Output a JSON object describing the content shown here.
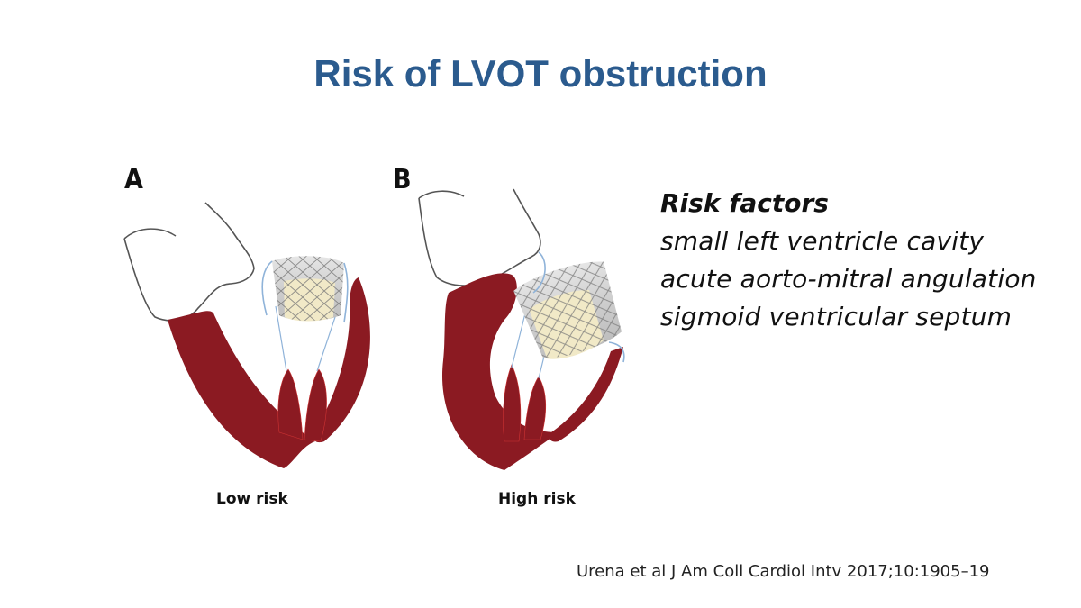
{
  "title": "Risk of LVOT obstruction",
  "panels": [
    {
      "label": "A",
      "caption": "Low risk"
    },
    {
      "label": "B",
      "caption": "High risk"
    }
  ],
  "risk_factors": {
    "heading": "Risk factors",
    "items": [
      "small left ventricle cavity",
      "acute aorto-mitral angulation",
      "sigmoid ventricular septum"
    ]
  },
  "citation": "Urena et al J Am Coll Cardiol Intv 2017;10:1905–19",
  "colors": {
    "title": "#2b5b8e",
    "myocardium": "#8b1a22",
    "valve_frame": "#c9c9c9",
    "valve_leaflet": "#f1e9c7",
    "leaflet_line": "#8fb3d9"
  }
}
